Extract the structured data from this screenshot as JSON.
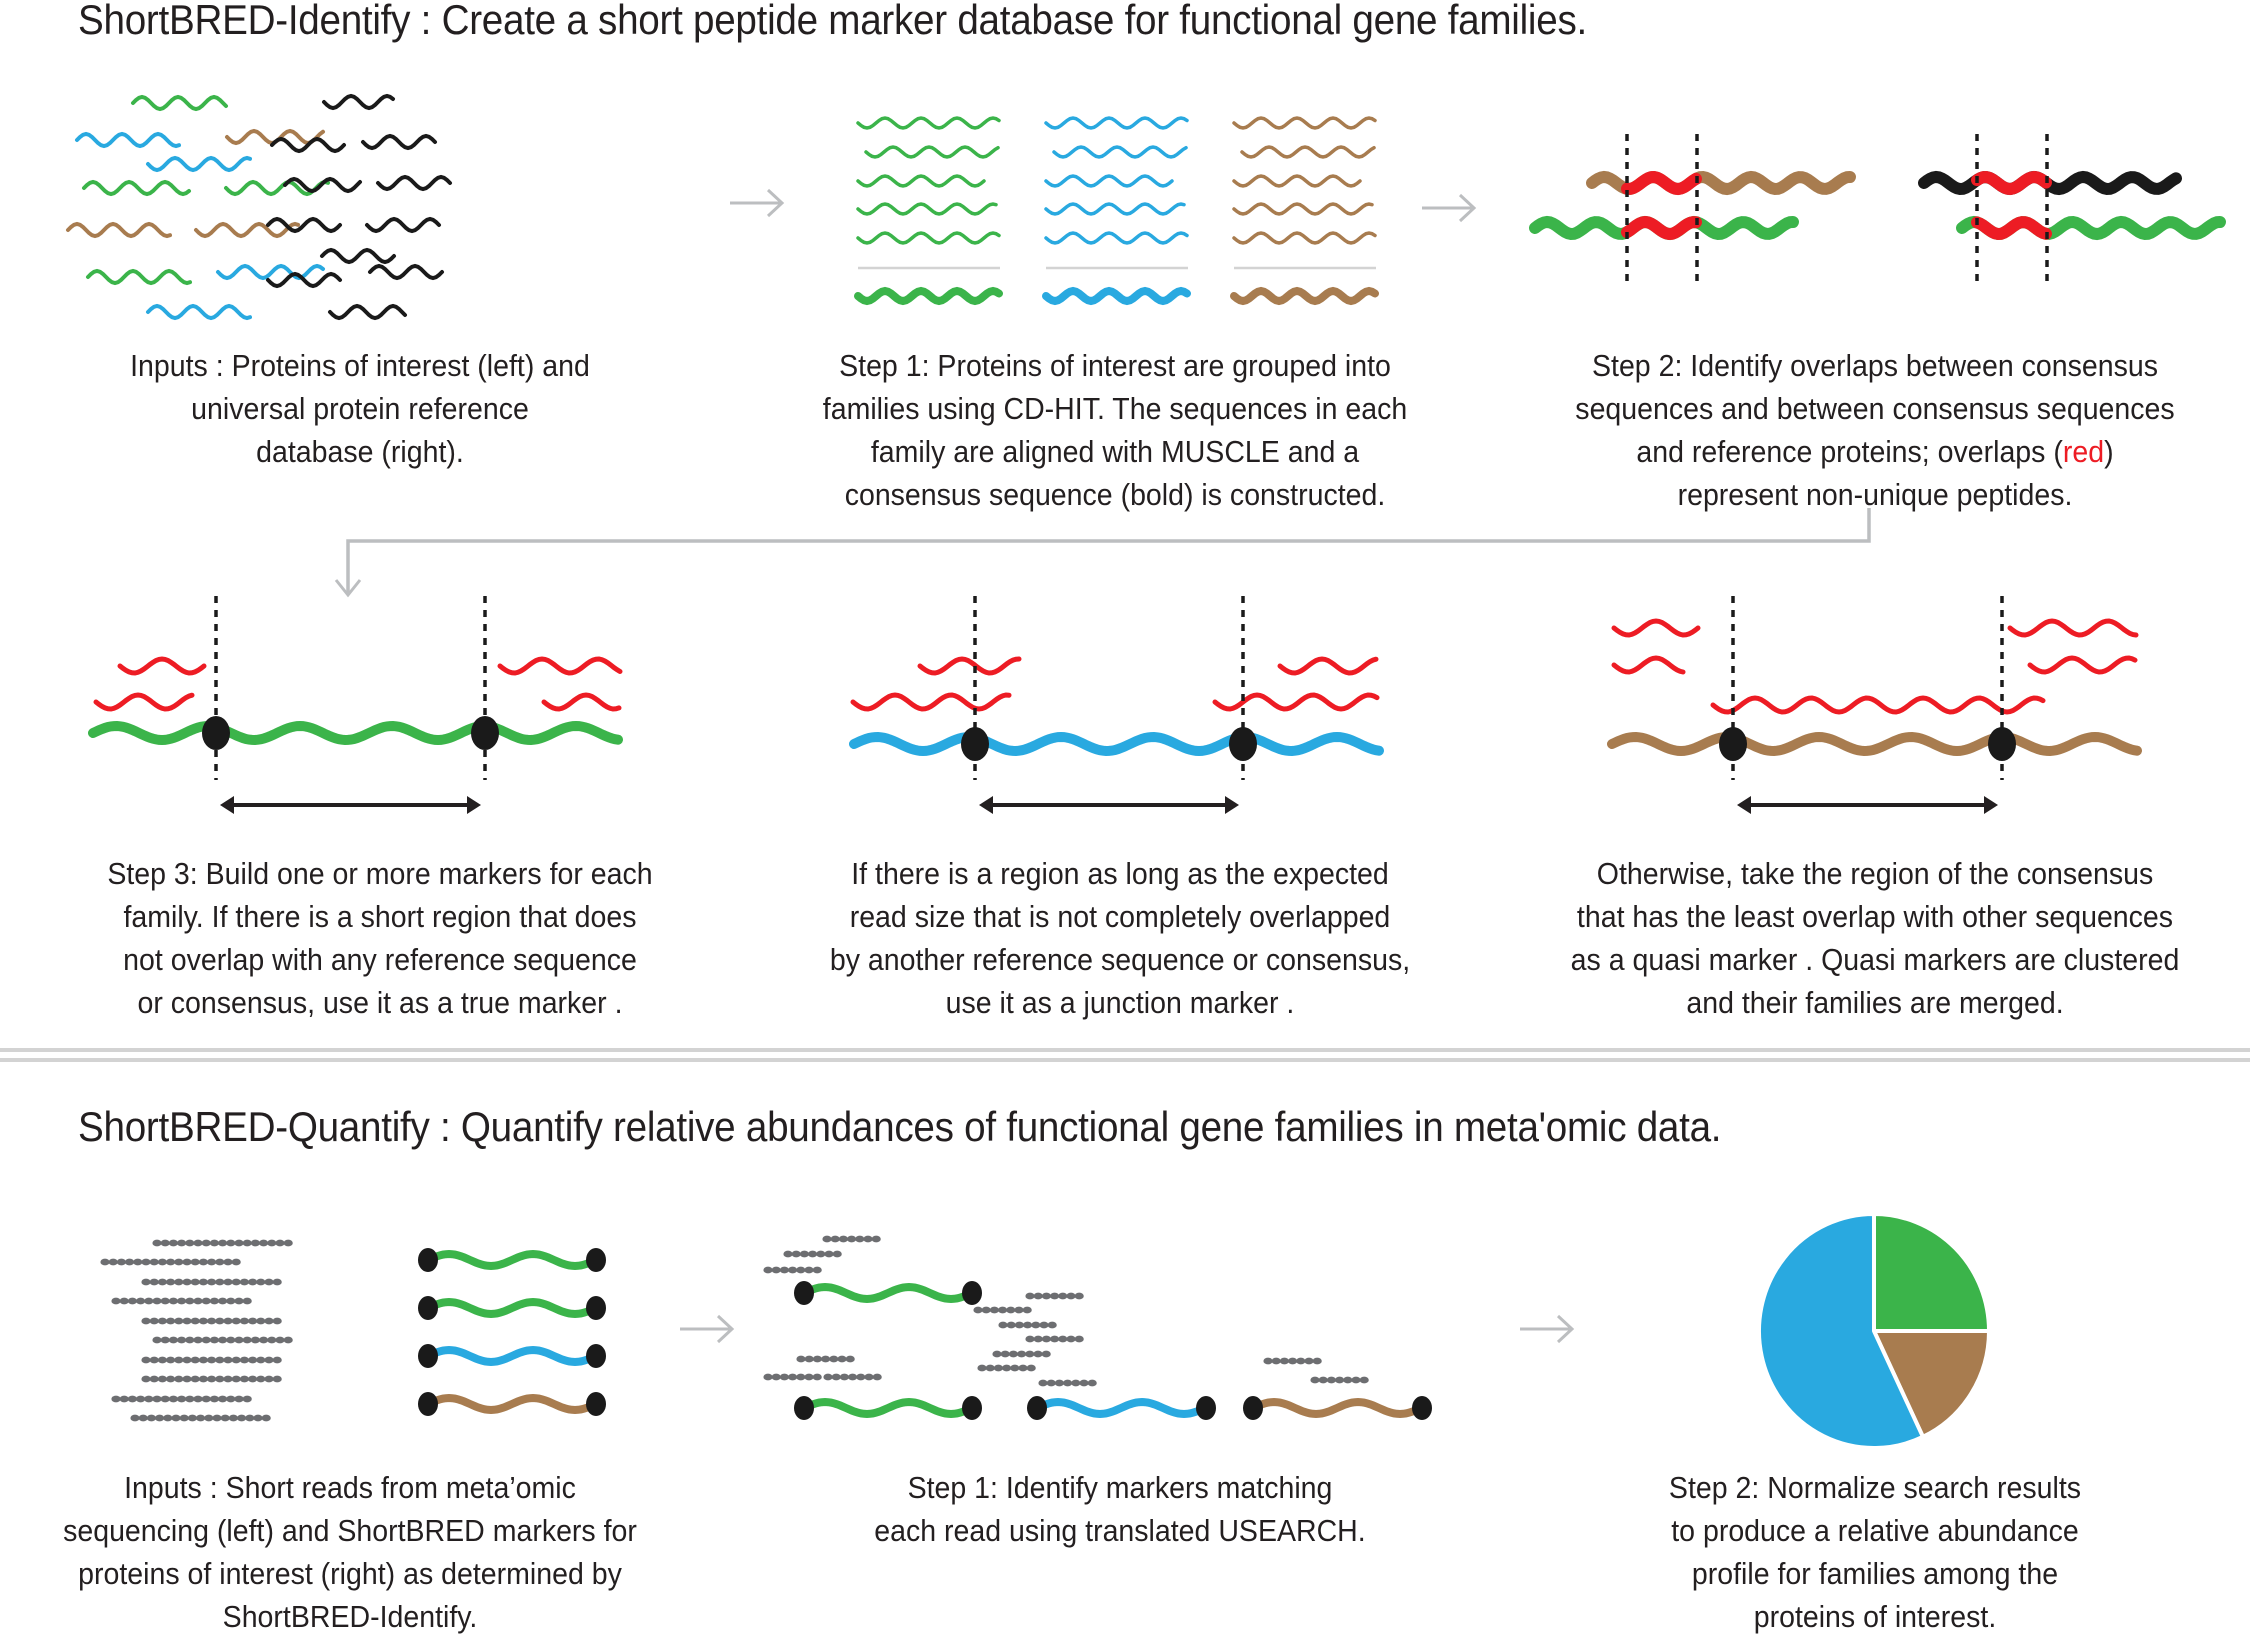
{
  "colors": {
    "green": "#3bb44a",
    "blue": "#29a9e0",
    "brown": "#a87c4f",
    "black": "#1a1a1a",
    "red": "#ed1c24",
    "read_gray": "#6d6e71",
    "arrow_gray": "#bcbec0",
    "divider_gray": "#d3d3d3"
  },
  "identify": {
    "title": "ShortBRED-Identify : Create a short peptide marker database for functional gene families.",
    "inputs": {
      "caption_lines": [
        "Inputs : Proteins of interest (left) and",
        "universal protein reference",
        "database (right)."
      ],
      "proteins_of_interest": [
        "green",
        "brown",
        "blue",
        "blue",
        "green",
        "green",
        "brown",
        "brown",
        "green",
        "blue",
        "blue"
      ],
      "reference_proteins_count": 11
    },
    "step1": {
      "caption_lines": [
        "Step 1: Proteins of interest are grouped into",
        "families using CD-HIT. The sequences in each",
        "family are aligned with MUSCLE and a",
        "consensus sequence (bold) is constructed."
      ],
      "families": [
        {
          "color": "green",
          "members": 5
        },
        {
          "color": "blue",
          "members": 5
        },
        {
          "color": "brown",
          "members": 5
        }
      ]
    },
    "step2": {
      "caption_pre": "Step 2: Identify overlaps between consensus",
      "caption_line2": "sequences and between consensus sequences",
      "caption_line3_pre": "and reference proteins; overlaps (",
      "caption_line3_red": "red",
      "caption_line3_post": ")",
      "caption_line4": "represent non-unique peptides.",
      "pairs": [
        {
          "top": "brown",
          "bottom": "green",
          "overlap": "red"
        },
        {
          "top": "black",
          "bottom": "green",
          "overlap": "red"
        }
      ]
    },
    "step3": [
      {
        "consensus_color": "green",
        "caption_lines": [
          "Step 3: Build one or more markers for each",
          "family. If there is a short region that does",
          "not overlap with any reference sequence",
          "or consensus, use it as a true marker ."
        ]
      },
      {
        "consensus_color": "blue",
        "caption_lines": [
          "If there is a region as long as the expected",
          "read size that is not completely overlapped",
          "by another reference sequence or consensus,",
          "use it as a junction marker ."
        ]
      },
      {
        "consensus_color": "brown",
        "caption_lines": [
          "Otherwise, take the region of the consensus",
          "that has the least overlap with other sequences",
          "as a quasi marker . Quasi markers are clustered",
          "and their families are merged."
        ]
      }
    ]
  },
  "quantify": {
    "title": "ShortBRED-Quantify : Quantify relative abundances of functional gene families in meta'omic data.",
    "inputs": {
      "caption_lines": [
        "Inputs : Short reads from meta’omic",
        "sequencing (left) and ShortBRED markers for",
        "proteins of interest (right) as determined by",
        "ShortBRED-Identify."
      ],
      "reads_count": 10,
      "markers": [
        "green",
        "green",
        "blue",
        "brown"
      ]
    },
    "step1": {
      "caption_lines": [
        "Step 1: Identify markers matching",
        "each read using translated USEARCH."
      ],
      "marker_groups": [
        {
          "color": "green",
          "reads": 3
        },
        {
          "color": "green",
          "reads": 3
        },
        {
          "color": "blue",
          "reads": 7
        },
        {
          "color": "brown",
          "reads": 2
        }
      ]
    },
    "step2": {
      "caption_lines": [
        "Step 2: Normalize search results",
        "to produce a relative abundance",
        "profile for families among the",
        "proteins of interest."
      ]
    }
  },
  "chart_data": {
    "type": "pie",
    "title": "",
    "categories": [
      "green family",
      "brown family",
      "blue family"
    ],
    "values": [
      25,
      18,
      57
    ],
    "unit": "percent (estimated relative abundance)",
    "colors": [
      "#3bb44a",
      "#a87c4f",
      "#29a9e0"
    ],
    "start_angle": "12 o'clock, clockwise",
    "legend": "none"
  }
}
